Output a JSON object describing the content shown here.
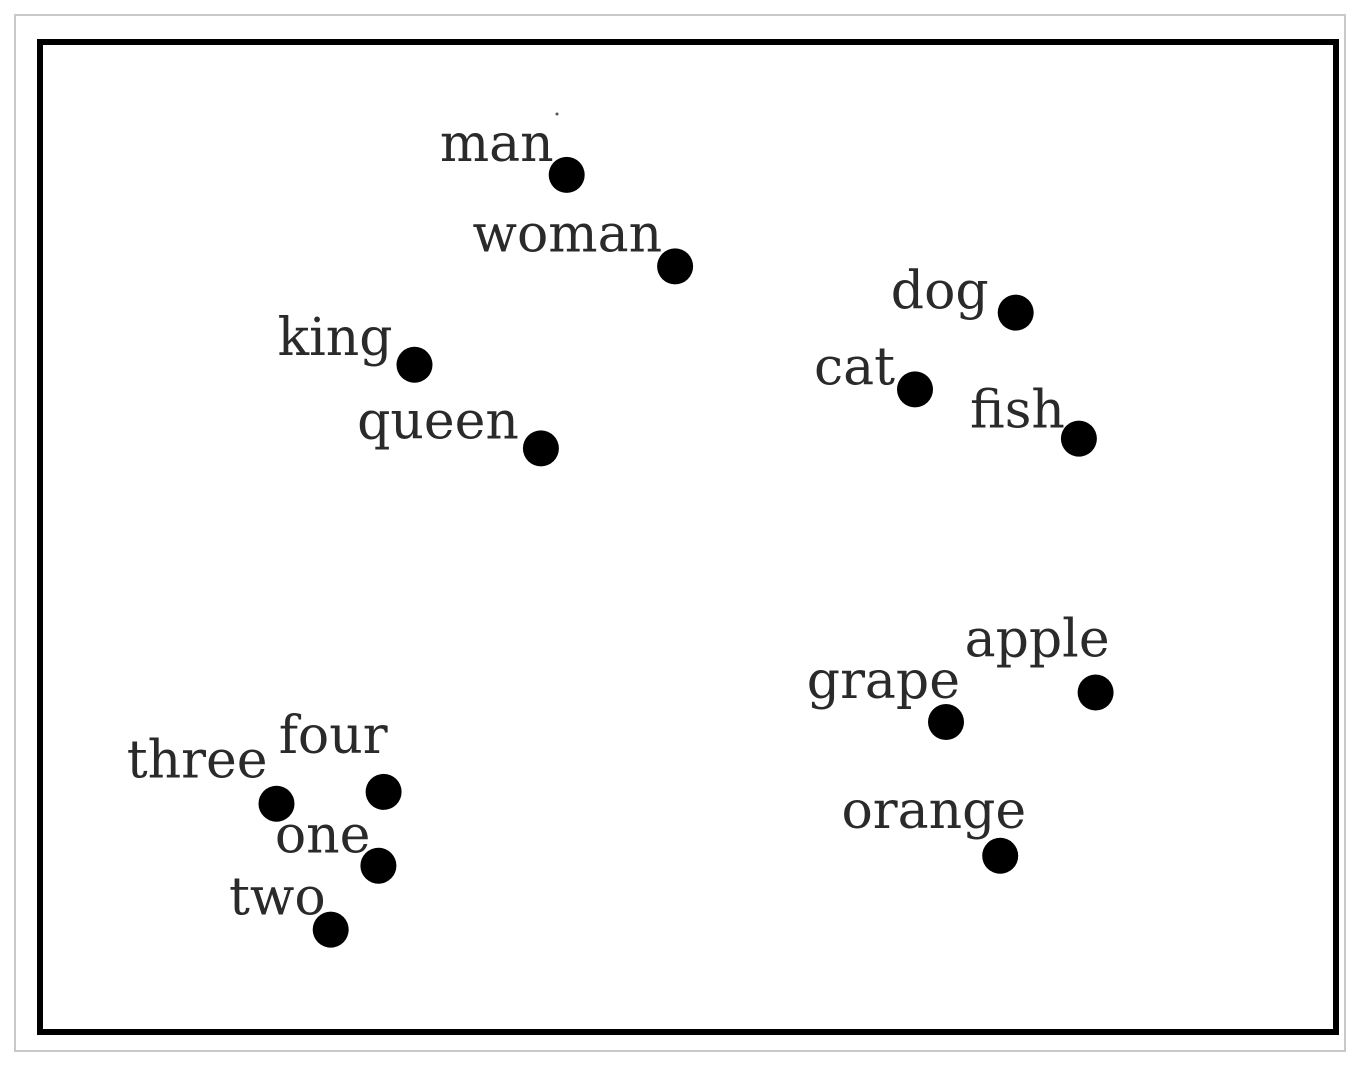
{
  "chart_data": {
    "type": "scatter",
    "title": "",
    "xlabel": "",
    "ylabel": "",
    "grid": false,
    "legend": "none",
    "xlim": [
      0,
      100
    ],
    "ylim": [
      0,
      100
    ],
    "marker_color": "#000000",
    "label_color": "#2a2a2a",
    "points": [
      {
        "label": "man",
        "x": 40.6,
        "y": 86.8
      },
      {
        "label": "woman",
        "x": 49.0,
        "y": 77.5
      },
      {
        "label": "king",
        "x": 28.8,
        "y": 67.5
      },
      {
        "label": "queen",
        "x": 38.6,
        "y": 59.0
      },
      {
        "label": "dog",
        "x": 75.4,
        "y": 72.8
      },
      {
        "label": "cat",
        "x": 67.6,
        "y": 65.0
      },
      {
        "label": "fish",
        "x": 80.3,
        "y": 60.0
      },
      {
        "label": "apple",
        "x": 81.6,
        "y": 34.2
      },
      {
        "label": "grape",
        "x": 70.0,
        "y": 31.2
      },
      {
        "label": "orange",
        "x": 74.2,
        "y": 17.6
      },
      {
        "label": "four",
        "x": 26.4,
        "y": 24.1
      },
      {
        "label": "three",
        "x": 18.1,
        "y": 22.9
      },
      {
        "label": "one",
        "x": 26.0,
        "y": 16.6
      },
      {
        "label": "two",
        "x": 22.3,
        "y": 10.1
      }
    ]
  }
}
